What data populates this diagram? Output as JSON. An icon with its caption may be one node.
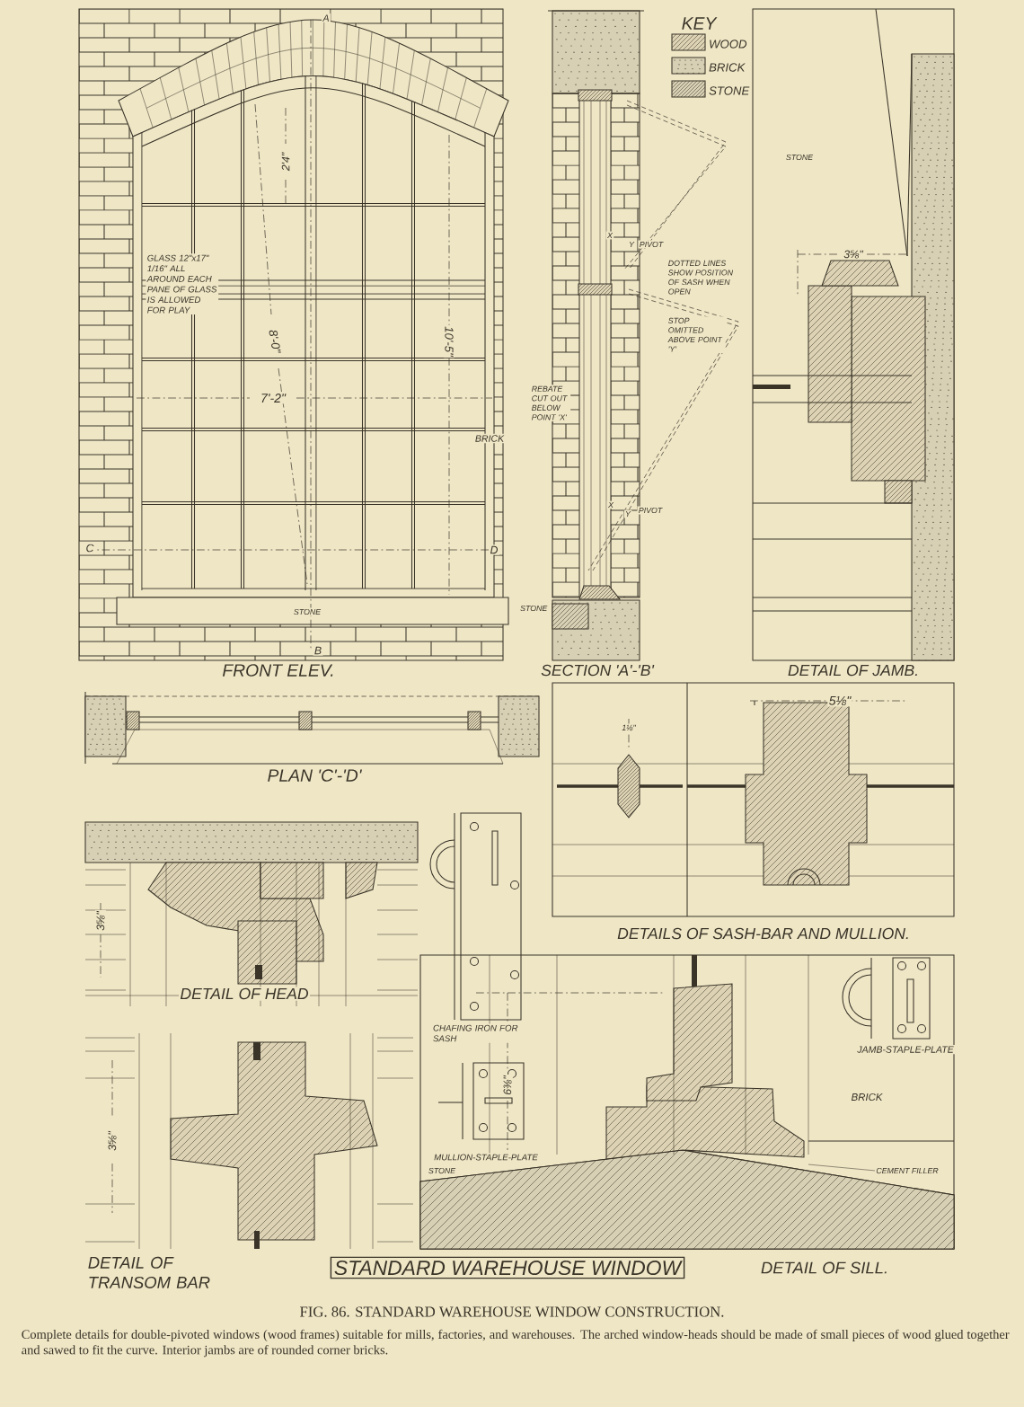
{
  "diagram": {
    "title": "STANDARD WAREHOUSE WINDOW",
    "caption": "FIG. 86. STANDARD WAREHOUSE WINDOW CONSTRUCTION.",
    "labels": [
      "A",
      "2'4\"",
      "GLASS 12\"x17\" 1/16\" ALL AROUND EACH PANE OF GLASS IS ALLOWED FOR PLAY",
      "8'-0\"",
      "10'-5\"",
      "7'-2\"",
      "BRICK",
      "C",
      "D",
      "STONE",
      "B",
      "FRONT ELEV.",
      "KEY",
      "X",
      "Y",
      "PIVOT",
      "DOTTED LINES SHOW POSITION OF SASH WHEN OPEN",
      "STOP OMITTED ABOVE POINT 'Y'",
      "REBATE CUT OUT BELOW POINT 'X'",
      "X",
      "Y",
      "PIVOT",
      "STONE",
      "SECTION 'A'-'B'",
      "STONE",
      "3⅝\"",
      "DETAIL OF JAMB.",
      "PLAN 'C'-'D'",
      "1⅛\"",
      "5⅛\"",
      "DETAILS OF SASH-BAR AND MULLION.",
      "3⅝\"",
      "DETAIL OF HEAD",
      "CHAFING IRON FOR SASH",
      "MULLION-STAPLE-PLATE",
      "6⅜\"",
      "JAMB-STAPLE-PLATE",
      "BRICK",
      "STONE",
      "CEMENT FILLER",
      "3⅝\"",
      "DETAIL OF TRANSOM BAR",
      "DETAIL OF SILL.",
      "Complete details for double-pivoted windows (wood frames) suitable for mills, factories, and warehouses. The arched window-heads should be made of small pieces of wood glued together and sawed to fit the curve. Interior jambs are of rounded corner bricks."
    ],
    "legend": [
      {
        "text": "WOOD"
      },
      {
        "text": "BRICK"
      },
      {
        "text": "STONE"
      }
    ]
  }
}
